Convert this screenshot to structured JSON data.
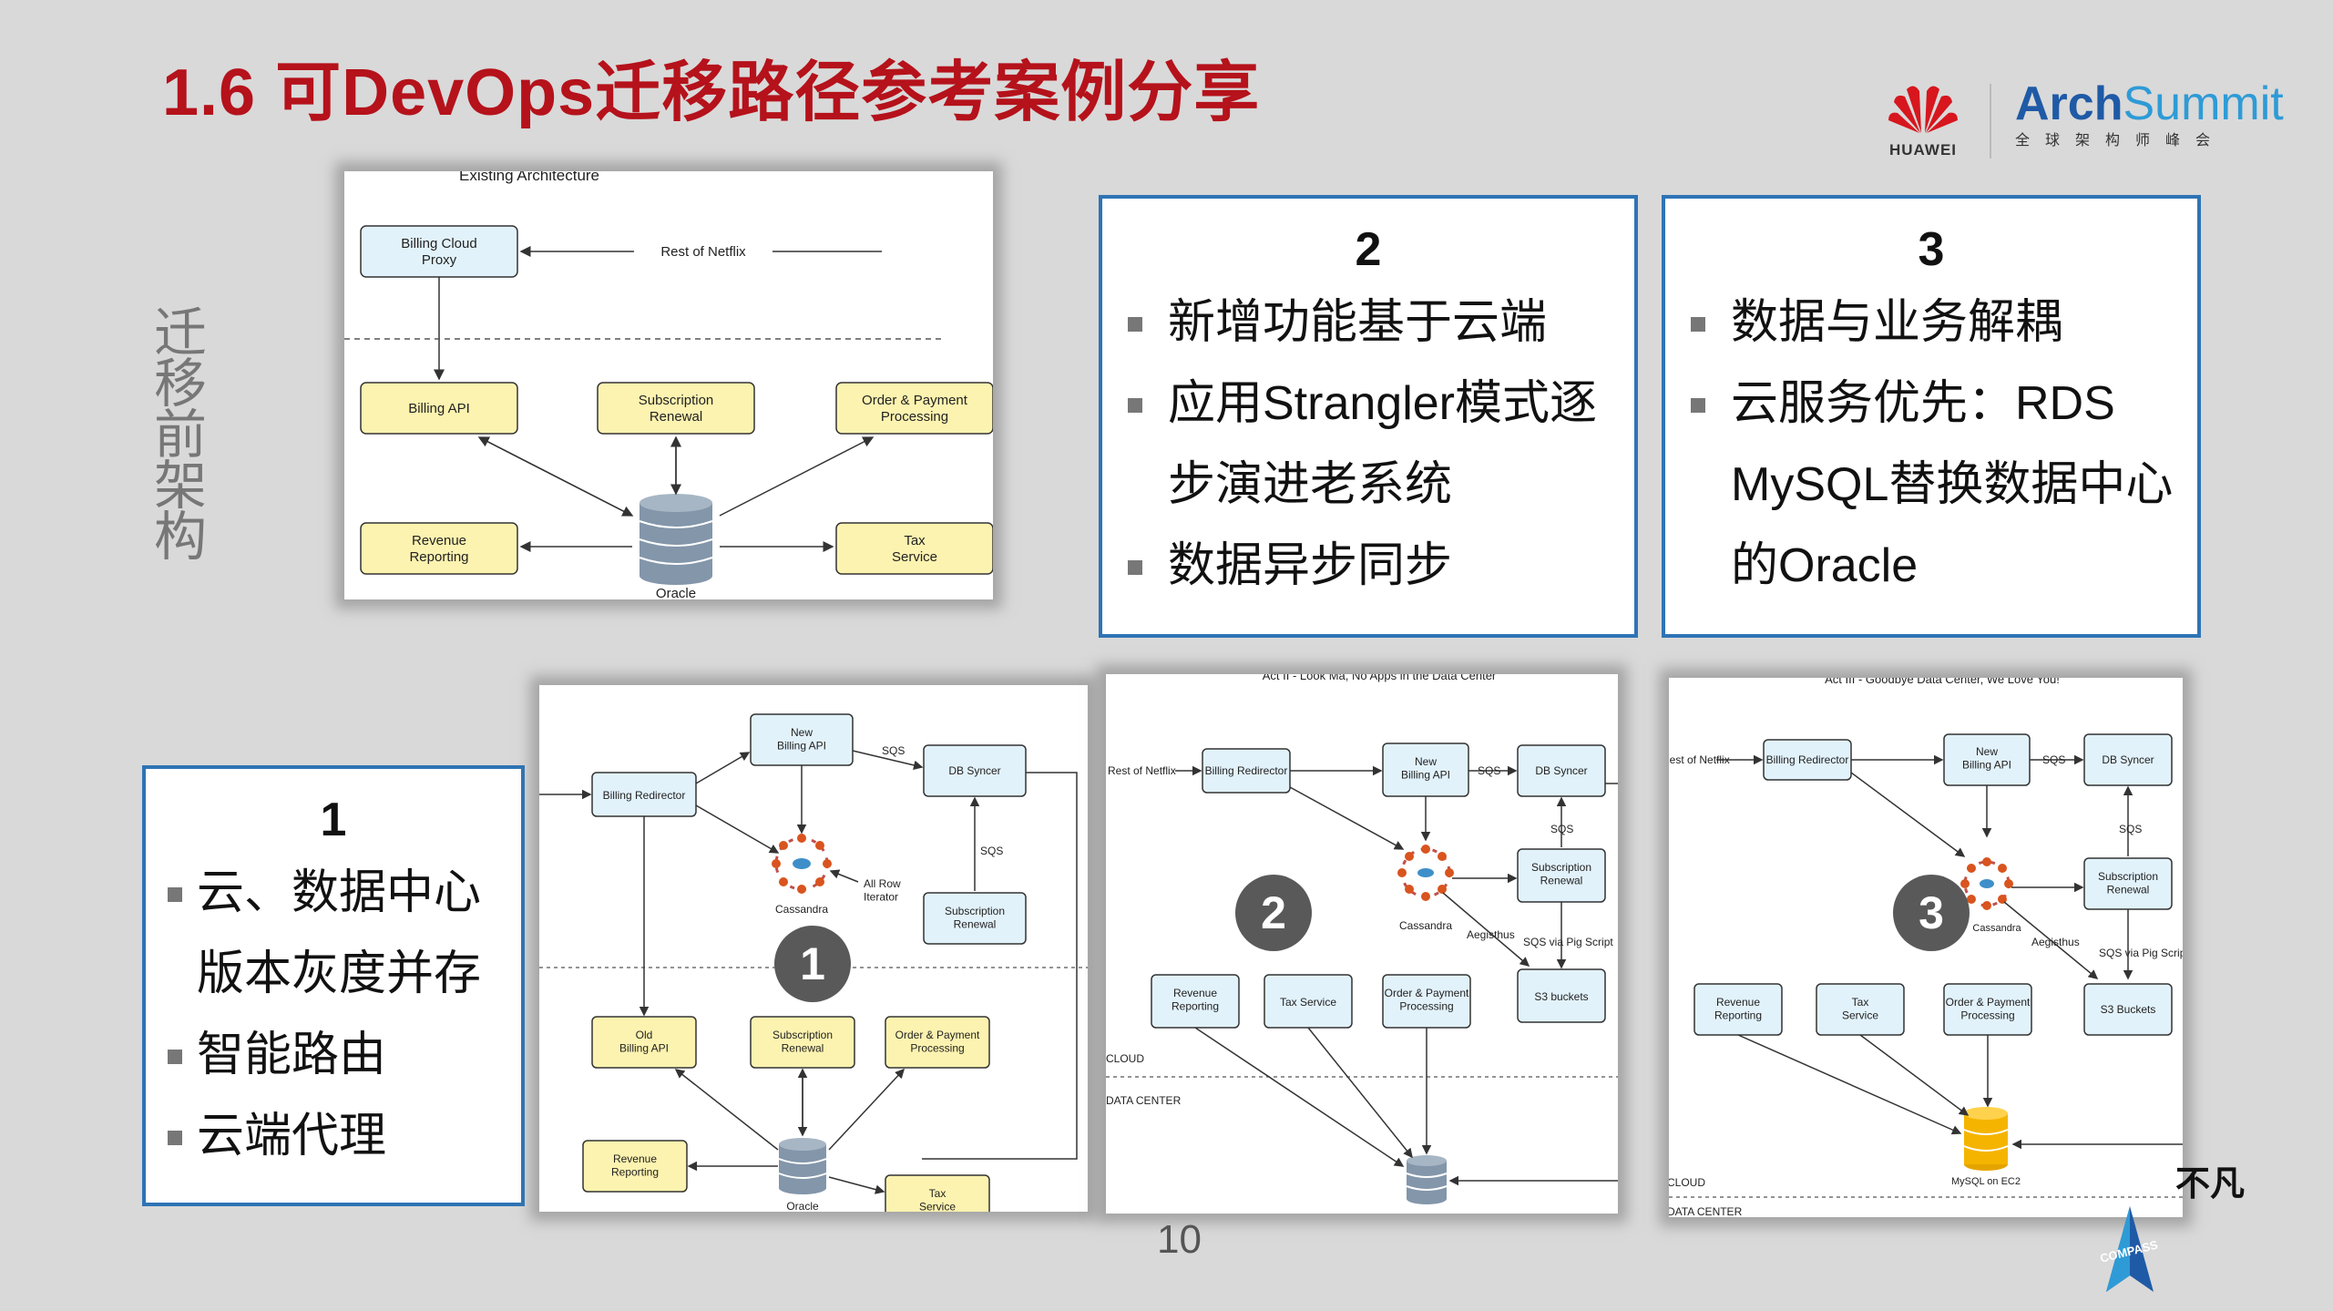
{
  "slide": {
    "title": "1.6 可DevOps迁移路径参考案例分享",
    "vertical_label": "迁移前架构",
    "page_number": "10",
    "corner_text": "不凡",
    "logos": {
      "huawei": "HUAWEI",
      "archsummit_main": "Arch",
      "archsummit_accent": "Summit",
      "archsummit_sub": "全球架构师峰会",
      "compass": "COMPASS"
    }
  },
  "boxes": {
    "b1": {
      "number": "1",
      "items": [
        "云、数据中心",
        "版本灰度并存",
        "智能路由",
        "云端代理"
      ]
    },
    "b2": {
      "number": "2",
      "items": [
        "新增功能基于云端",
        "应用Strangler模式逐",
        "步演进老系统",
        "数据异步同步"
      ]
    },
    "b3": {
      "number": "3",
      "items": [
        "数据与业务解耦",
        "云服务优先：RDS",
        "MySQL替换数据中心",
        "的Oracle"
      ]
    }
  },
  "diagram_existing": {
    "title": "Existing Architecture",
    "billing_cloud_proxy": "Billing Cloud\nProxy",
    "rest_of_netflix": "Rest of Netflix",
    "billing_api": "Billing API",
    "subscription_renewal": "Subscription\nRenewal",
    "order_payment": "Order & Payment\nProcessing",
    "revenue_reporting": "Revenue\nReporting",
    "tax_service": "Tax\nService",
    "oracle": "Oracle"
  },
  "diagram_1": {
    "billing_redirector": "Billing Redirector",
    "new_billing_api": "New\nBilling API",
    "sqs": "SQS",
    "db_syncer": "DB Syncer",
    "cassandra": "Cassandra",
    "all_row_iterator": "All Row\nIterator",
    "subscription_renewal": "Subscription\nRenewal",
    "old_billing_api": "Old\nBilling API",
    "subscription_renewal_2": "Subscription\nRenewal",
    "order_payment": "Order & Payment\nProcessing",
    "revenue_reporting": "Revenue\nReporting",
    "oracle": "Oracle",
    "tax_service": "Tax\nService",
    "marker": "1"
  },
  "diagram_2": {
    "title": "Act II - Look Ma, No Apps in the Data Center",
    "rest_of_netflix": "Rest of Netflix",
    "billing_redirector": "Billing Redirector",
    "new_billing_api": "New\nBilling API",
    "sqs": "SQS",
    "db_syncer": "DB Syncer",
    "sqs_2": "SQS",
    "subscription_renewal": "Subscription\nRenewal",
    "cassandra": "Cassandra",
    "aegisthus": "Aegisthus",
    "sqs_pig": "SQS via Pig Script",
    "revenue_reporting": "Revenue\nReporting",
    "tax_service": "Tax Service",
    "order_payment": "Order & Payment\nProcessing",
    "s3_buckets": "S3 buckets",
    "cloud": "CLOUD",
    "data_center": "DATA CENTER",
    "marker": "2"
  },
  "diagram_3": {
    "title": "Act III - Goodbye Data Center, We Love You!",
    "rest_of_netflix": "Rest of Netflix",
    "billing_redirector": "Billing Redirector",
    "new_billing_api": "New\nBilling API",
    "sqs": "SQS",
    "db_syncer": "DB Syncer",
    "sqs_2": "SQS",
    "subscription_renewal": "Subscription\nRenewal",
    "cassandra": "Cassandra",
    "aegisthus": "Aegisthus",
    "sqs_pig": "SQS via Pig Script",
    "revenue_reporting": "Revenue\nReporting",
    "tax_service": "Tax\nService",
    "order_payment": "Order & Payment\nProcessing",
    "s3_buckets": "S3 Buckets",
    "mysql": "MySQL on EC2",
    "cloud": "CLOUD",
    "data_center": "DATA CENTER",
    "marker": "3"
  },
  "colors": {
    "title": "#b5121b",
    "box_border": "#2e74b5",
    "legacy_node": "#fdf3b0",
    "cloud_node": "#e2f2fb",
    "mysql": "#f5b400",
    "oracle": "#8396aa"
  }
}
